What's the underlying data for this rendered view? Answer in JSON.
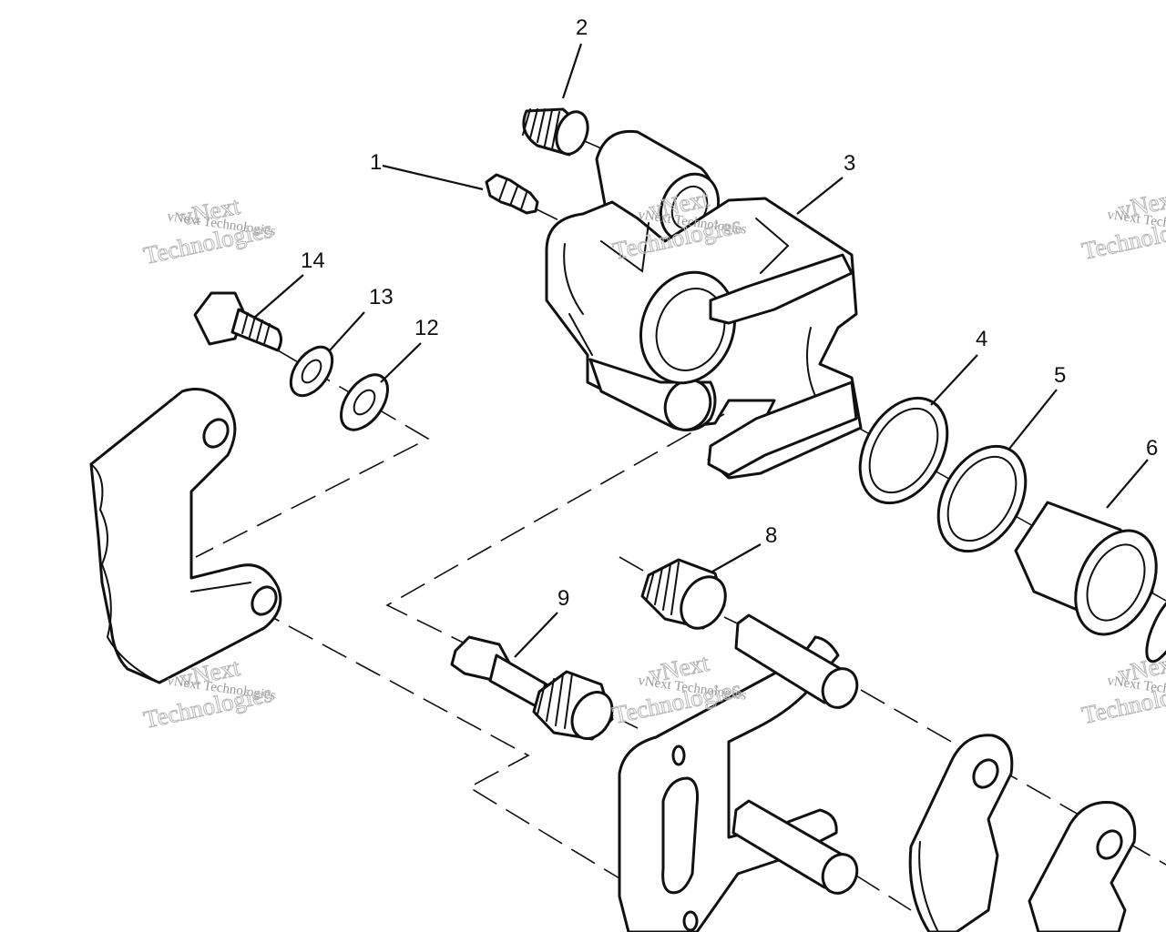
{
  "callouts": [
    "1",
    "2",
    "3",
    "4",
    "5",
    "6",
    "8",
    "9",
    "12",
    "13",
    "14"
  ],
  "watermark": {
    "small": "vNext Technologies",
    "big_line1": "vNext",
    "big_line2": "Technologies"
  }
}
